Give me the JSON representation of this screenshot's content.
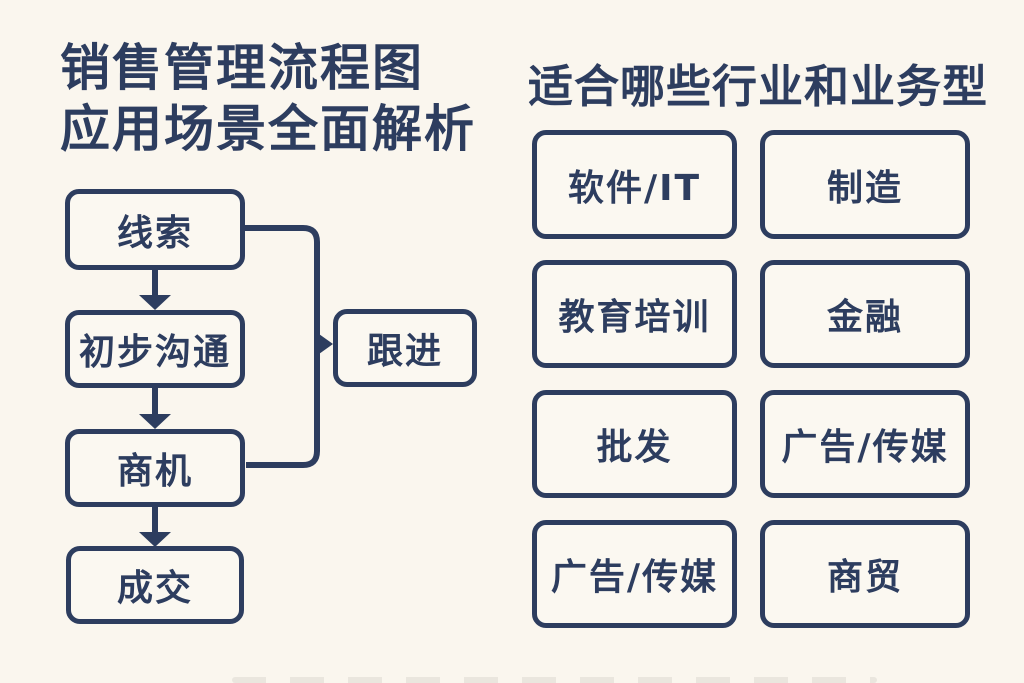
{
  "page": {
    "background_color": "#faf6ee",
    "ink_color": "#2d3d5f"
  },
  "left_panel": {
    "title_line1": "销售管理流程图",
    "title_line2": "应用场景全面解析",
    "flow": {
      "nodes": {
        "lead": "线索",
        "initial_contact": "初步沟通",
        "opportunity": "商机",
        "deal": "成交",
        "follow_up": "跟进"
      },
      "edges": [
        {
          "from": "lead",
          "to": "initial_contact"
        },
        {
          "from": "initial_contact",
          "to": "opportunity"
        },
        {
          "from": "opportunity",
          "to": "deal"
        },
        {
          "from": "lead",
          "to": "follow_up"
        },
        {
          "from": "opportunity",
          "to": "follow_up"
        }
      ]
    }
  },
  "right_panel": {
    "title": "适合哪些行业和业务型",
    "industries": [
      "软件/IT",
      "制造",
      "教育培训",
      "金融",
      "批发",
      "广告/传媒",
      "广告/传媒",
      "商贸"
    ]
  }
}
